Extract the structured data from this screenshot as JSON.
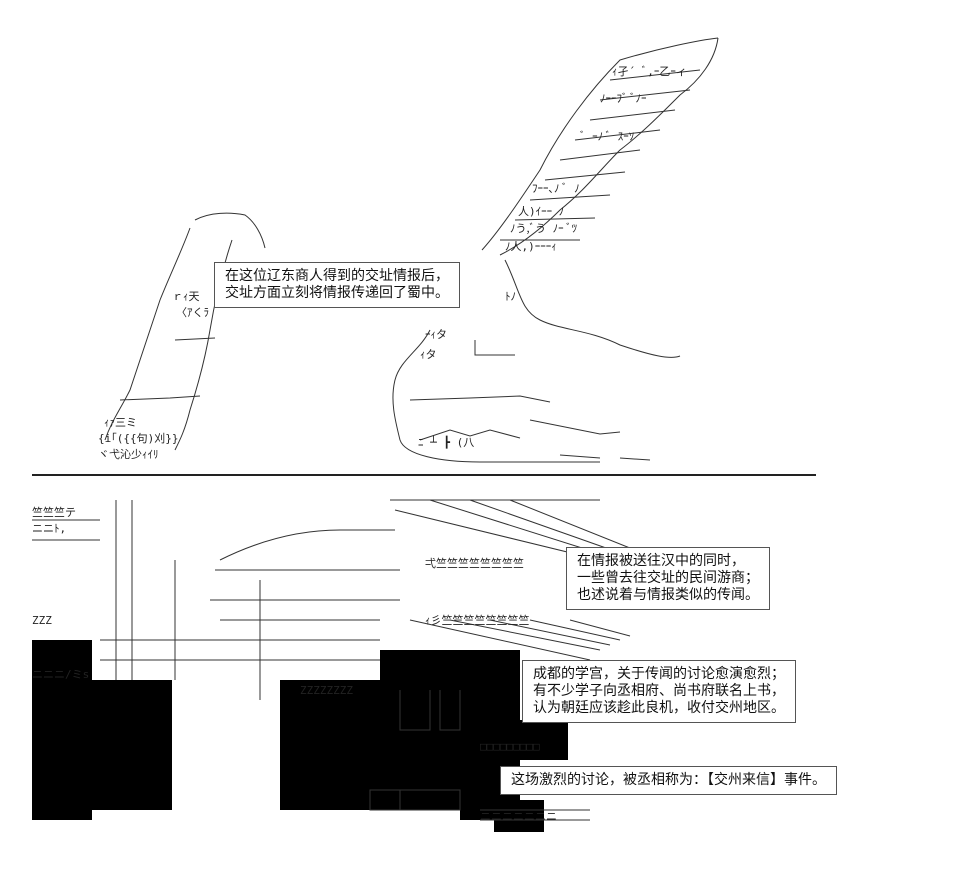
{
  "captions": [
    {
      "lines": [
        "在这位辽东商人得到的交址情报后，",
        "交址方面立刻将情报传递回了蜀中。"
      ]
    },
    {
      "lines": [
        "在情报被送往汉中的同时，",
        "一些曾去往交址的民间游商；",
        "也述说着与情报类似的传闻。"
      ]
    },
    {
      "lines": [
        "成都的学宫，关于传闻的讨论愈演愈烈；",
        "有不少学子向丞相府、尚书府联名上书，",
        "认为朝廷应该趁此良机，收付交州地区。"
      ]
    },
    {
      "lines": [
        "这场激烈的讨论，被丞相称为：【交州来信】事件。"
      ]
    }
  ],
  "art_text": {
    "left_sign_1": "ｒｨ天",
    "left_sign_2": "〈ｱくﾗ",
    "left_sign_3": "ｨｧ三ミ",
    "left_sign_4": "{i｢({{句)刈}}",
    "left_sign_5": "ヾ弋沁少ｨｲﾘ",
    "bldg_1": "竺竺竺テ",
    "bldg_2": "ニニﾄ,",
    "bldg_3": "ZZZ",
    "bldg_4": "ニニニ/ミs",
    "bldg_5": "ZZZZZZZZ",
    "bldg_6": "弌竺竺竺竺竺竺竺竺",
    "bldg_7": "ｨ彡竺竺竺竺竺竺竺竺",
    "bldg_8": "□□□□□□□□□",
    "bldg_9": "ニニニニニニニ"
  }
}
